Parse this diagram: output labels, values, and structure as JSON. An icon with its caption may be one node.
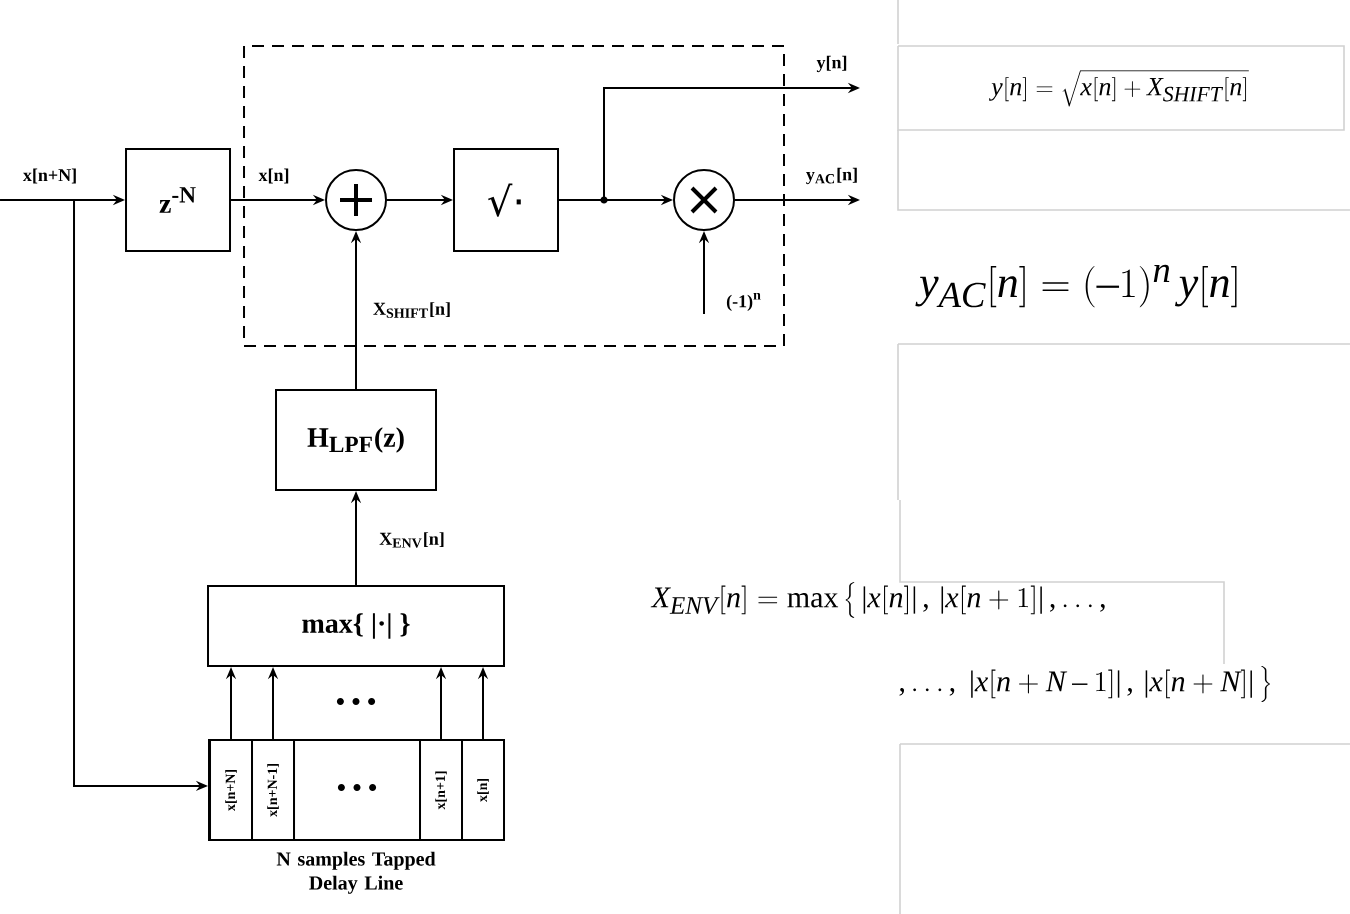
{
  "diagram": {
    "nodes": [
      {
        "text": [],
        "shape": "box"
      },
      {
        "text": [
          "z$^{-N}$"
        ]
      },
      {
        "text": [],
        "shape": "circle",
        "in": 0
      },
      {
        "text": [
          "√·"
        ],
        "in": 0
      },
      {
        "text": [],
        "shape": "circle",
        "in": 0
      },
      {
        "text": [
          "H$_{LPF}$(z)"
        ]
      },
      {
        "text": [
          "max{ |·| }"
        ]
      },
      {
        "text": [],
        "shape": "box",
        "beside": [
          "N samples Tapped Delay Line"
        ]
      },
      {
        "text": [
          "x[n+N]"
        ],
        "in": 7
      },
      {
        "text": [
          "x[n+N-1]"
        ],
        "in": 7
      },
      {
        "text": [
          "• • •"
        ],
        "in": 7
      },
      {
        "text": [
          "x[n+1]"
        ],
        "in": 7
      },
      {
        "text": [
          "x[n]"
        ],
        "in": 7
      }
    ],
    "edges": [
      {
        "from": null,
        "to": 1,
        "arrow": "to",
        "label": "x[n+N]"
      },
      {
        "from": 1,
        "to": 2,
        "arrow": "to",
        "label": "x[n]"
      },
      {
        "from": 2,
        "to": 3,
        "arrow": "to"
      },
      {
        "from": 3,
        "to": 4,
        "arrow": "to"
      },
      {
        "from": 3,
        "to": null,
        "arrow": "to",
        "label": "y[n]"
      },
      {
        "from": 4,
        "to": null,
        "arrow": "to",
        "label": "y$_{AC}$[n]"
      },
      {
        "from": null,
        "to": 4,
        "arrow": "to",
        "label": "(-1)$^{n}$"
      },
      {
        "from": 5,
        "to": 2,
        "arrow": "to",
        "label": "X$_{SHIFT}$[n]"
      },
      {
        "from": 6,
        "to": 5,
        "arrow": "to",
        "label": "X$_{ENV}$[n]"
      },
      {
        "from": null,
        "to": 7,
        "arrow": "to"
      },
      {
        "from": 8,
        "to": 6,
        "arrow": "to"
      },
      {
        "from": 9,
        "to": 6,
        "arrow": "to"
      },
      {
        "from": 11,
        "to": 6,
        "arrow": "to"
      },
      {
        "from": 12,
        "to": 6,
        "arrow": "to"
      }
    ],
    "labels": [
      "y[n] = \\sqrt{x[n] + X_{SHIFT}[n]}",
      "y_{AC}[n] = (-1)^{n}\\,y[n]",
      "X_{ENV}[n] = \\max\\left\\{\\,|x[n]|\\,,\\,|x[n+1]|\\,,\\ldots,\\right.",
      "\\left.,\\ldots,\\;|x[n+N-1]|\\,,\\,|x[n+N]|\\,\\right\\}",
      "• • •"
    ]
  }
}
